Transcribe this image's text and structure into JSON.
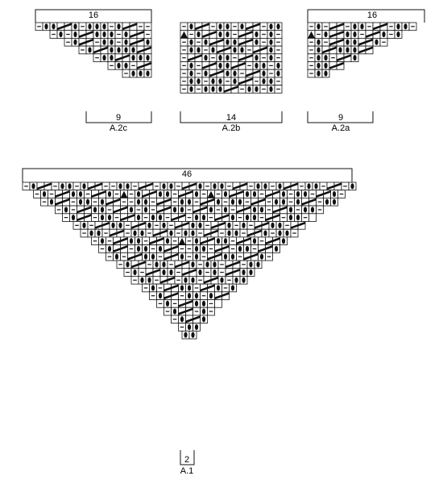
{
  "charts": [
    {
      "id": "a2c",
      "label": "A.2c",
      "top_count": "16",
      "bottom_count": "9",
      "shape": "triangle-right-edge",
      "rows": [
        "-ooAAo-ooo-oAA--",
        "-o-oAAooo-oAA-",
        "-oAA-oo-oAAo",
        "-oAAooooAA",
        "-ooAAooo",
        "-oo-AA",
        "-ooo"
      ],
      "row_offsets": [
        0,
        1,
        2,
        3,
        4,
        5,
        6
      ]
    },
    {
      "id": "a2b",
      "label": "A.2b",
      "top_count": "",
      "bottom_count": "14",
      "shape": "rectangle",
      "rows": [
        "-oAA-oo-oAA-oo",
        "T-oAAoo-AAo-o-",
        "-o-oAAooAAo-o-",
        "-oo-oAAoo-AAo-",
        "-AAo-oo-AAo-o-",
        "-o-AAooAA-oo-o",
        "-o-oAAoo-AAo-o",
        "-oo-oo-oAA-oo-",
        "-o-oooAA-oo-o-"
      ],
      "row_offsets": [
        0,
        0,
        0,
        0,
        0,
        0,
        0,
        0,
        0
      ]
    },
    {
      "id": "a2a",
      "label": "A.2a",
      "top_count": "16",
      "bottom_count": "9",
      "shape": "triangle-left-edge",
      "rows": [
        "-o-AA-oo-AA-oo-",
        "T-oAAoo-AAo-o",
        "-o-AAooAAo-",
        "-oAAoooAA",
        "-oo-AAo",
        "-ooAA",
        "-oo"
      ]
    },
    {
      "id": "a1",
      "label": "A.1",
      "top_count": "46",
      "bottom_count": "2",
      "shape": "triangle-center",
      "rows": [
        "-oAA-oo-oAA--oo-AA-oo-AAo-oo-AA-oo-oAA-oo-AA-o",
        "-o-AAoo-AAo-T-oAAoo-AAo-T-oAAoo-AAo-oo-AAo-",
        "-oAA-oo-oAA--oo-AA-oo-AAo-oo-AA-oo-oAA-oo",
        "-o-AAoo-AAo-o-AAoo-AAo-o-AAoo-AAo-oo-",
        "-oAA-oo-AAo-oo-AA-oo-AAo-oo-AA-oo-A",
        "-o-AAoo-AAo-o-AAoo-AAo-o-AAoo-AA",
        "-oo-AA-oo-AAo-oo-AA-oo-AAo-oo-",
        "-o-AAoo-AAo-T-oAAoo-AAo-AAo",
        "-oAA-oo-oAA--oo-AA-oo-AAo",
        "-o-AAoo-AAo-o-AAoo-AAo-",
        "-oAA-oo-AAo-oo-AA-oo",
        "-o-AAoo-AAo-o-AAoo",
        "-oo-AA-oo-AAo-oo",
        "-o-AAoo-AAo-o",
        "-oAA-oo-oAA",
        "-o-AAoo-A",
        "-oAA-o-",
        "-oAAo",
        "-oo",
        "oo"
      ]
    }
  ],
  "colors": {
    "grid": "#111111",
    "cell": "#ffffff",
    "ink": "#111111"
  }
}
